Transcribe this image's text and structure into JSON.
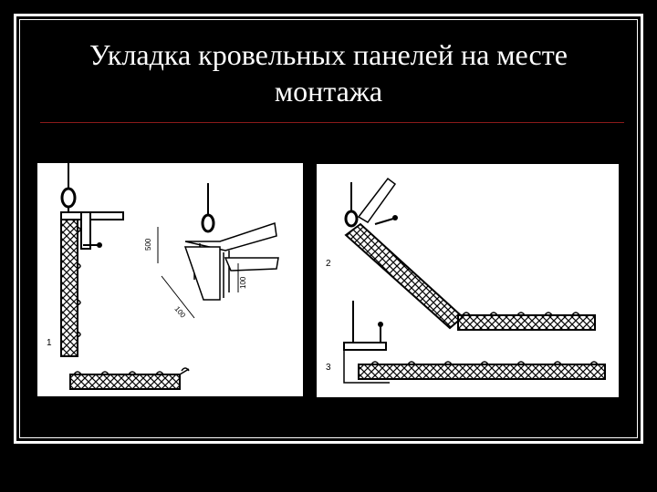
{
  "slide": {
    "title": "Укладка кровельных панелей на месте монтажа"
  },
  "figure_left": {
    "label_1": "1",
    "dim_top": "500",
    "dim_bottom": "100",
    "dim_right": "100"
  },
  "figure_right": {
    "label_2": "2",
    "label_3": "3"
  }
}
